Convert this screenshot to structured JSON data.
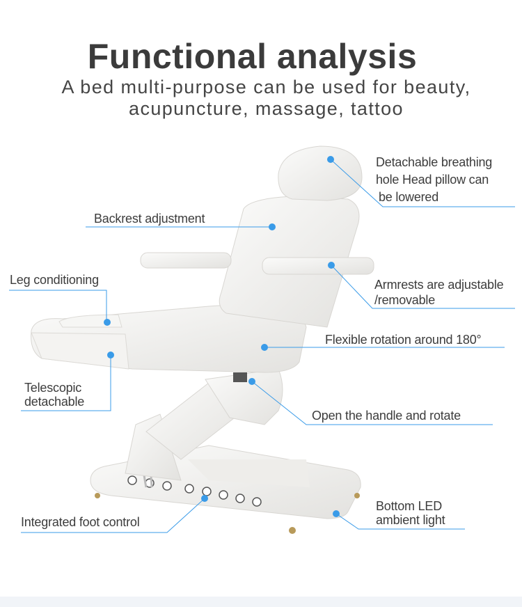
{
  "title": "Functional analysis",
  "subtitle": [
    "A bed multi-purpose can be used for beauty,",
    "acupuncture, massage, tattoo"
  ],
  "accent_color": "#3a9be8",
  "callouts": {
    "head": [
      "Detachable breathing",
      "hole Head pillow can",
      "be lowered"
    ],
    "backrest": "Backrest adjustment",
    "leg": "Leg conditioning",
    "armrest": [
      "Armrests are adjustable",
      "/removable"
    ],
    "rotation": "Flexible rotation around 180°",
    "telescopic": [
      "Telescopic",
      "detachable"
    ],
    "handle": "Open the handle and rotate",
    "foot": "Integrated foot control",
    "led": [
      "Bottom LED",
      "ambient light"
    ]
  }
}
